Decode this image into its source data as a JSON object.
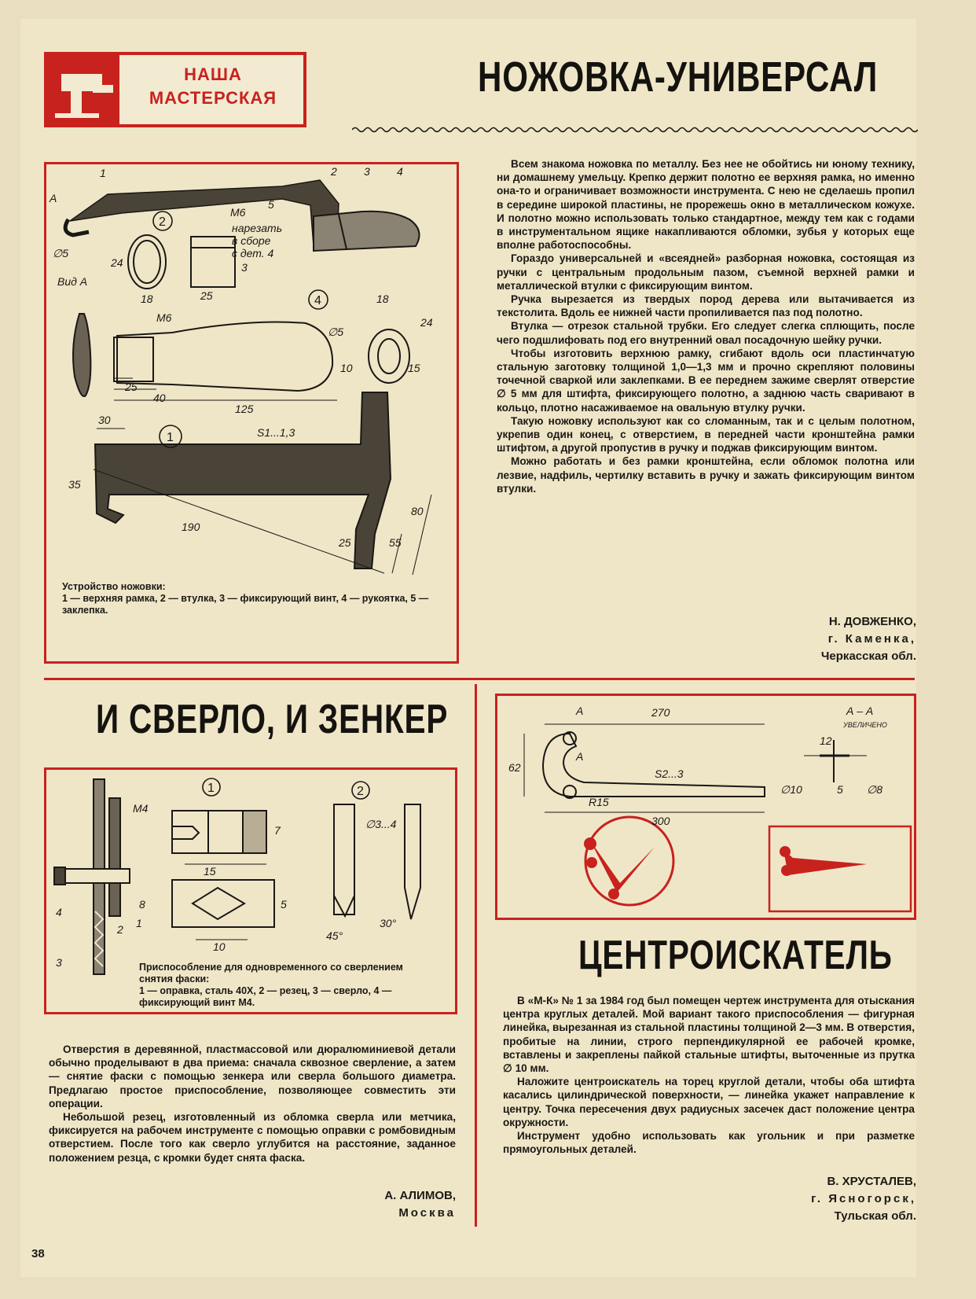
{
  "header": {
    "section_label_line1": "НАША",
    "section_label_line2": "МАСТЕРСКАЯ"
  },
  "article1": {
    "title": "НОЖОВКА-УНИВЕРСАЛ",
    "paragraphs": [
      "Всем знакома ножовка по металлу. Без нее не обойтись ни юному технику, ни домашнему умельцу. Крепко держит полотно ее верхняя рамка, но именно она-то и ограничивает возможности инструмента. С нею не сделаешь пропил в середине широкой пластины, не прорежешь окно в металлическом кожухе. И полотно можно использовать только стандартное, между тем как с годами в инструментальном ящике накапливаются обломки, зубья у которых еще вполне работоспособны.",
      "Гораздо универсальней и «всеядней» разборная ножовка, состоящая из ручки с центральным продольным пазом, съемной верхней рамки и металлической втулки с фиксирующим винтом.",
      "Ручка вырезается из твердых пород дерева или вытачивается из текстолита. Вдоль ее нижней части пропиливается паз под полотно.",
      "Втулка — отрезок стальной трубки. Его следует слегка сплющить, после чего подшлифовать под его внутренний овал посадочную шейку ручки.",
      "Чтобы изготовить верхнюю рамку, сгибают вдоль оси пластинчатую стальную заготовку толщиной 1,0—1,3 мм и прочно скрепляют половины точечной сваркой или заклепками. В ее переднем зажиме сверлят отверстие ∅ 5 мм для штифта, фиксирующего полотно, а заднюю часть сваривают в кольцо, плотно насаживаемое на овальную втулку ручки.",
      "Такую ножовку используют как со сломанным, так и с целым полотном, укрепив один конец, с отверстием, в передней части кронштейна рамки штифтом, а другой пропустив в ручку и поджав фиксирующим винтом.",
      "Можно работать и без рамки кронштейна, если обломок полотна или лезвие, надфиль, чертилку вставить в ручку и зажать фиксирующим винтом втулки."
    ],
    "author": "Н. ДОВЖЕНКО,",
    "city": "г. Каменка,",
    "region": "Черкасская обл.",
    "figure_caption_title": "Устройство ножовки:",
    "figure_caption_text": "1 — верхняя рамка, 2 — втулка, 3 — фиксирующий винт, 4 — рукоятка, 5 — заклепка.",
    "figure_labels": {
      "n1": "1",
      "n2": "2",
      "n3": "3",
      "n4": "4",
      "n5": "5",
      "arrowA": "А",
      "d5": "∅5",
      "viewA": "Вид А",
      "m6a": "М6",
      "note1": "нарезать",
      "note2": "в сборе",
      "note3": "с дет. 4",
      "d24": "24",
      "d18": "18",
      "d25": "25",
      "d3": "3",
      "m6b": "М6",
      "d40": "40",
      "d125": "125",
      "d5b": "∅5",
      "d10": "10",
      "d15": "15",
      "d24b": "24",
      "d18b": "18",
      "d30": "30",
      "s": "S1...1,3",
      "d35": "35",
      "d190": "190",
      "d25b": "25",
      "d55": "55",
      "d80": "80"
    }
  },
  "article2": {
    "title": "И СВЕРЛО, И ЗЕНКЕР",
    "paragraphs": [
      "Отверстия в деревянной, пластмассовой или дюралюминиевой детали обычно проделывают в два приема: сначала сквозное сверление, а затем — снятие фаски с помощью зенкера или сверла большого диаметра. Предлагаю простое приспособление, позволяющее совместить эти операции.",
      "Небольшой резец, изготовленный из обломка сверла или метчика, фиксируется на рабочем инструменте с помощью оправки с ромбовидным отверстием. После того как сверло углубится на расстояние, заданное положением резца, с кромки будет снята фаска."
    ],
    "author": "А. АЛИМОВ,",
    "city": "Москва",
    "figure_caption_title": "Приспособление для одновременного со сверлением снятия фаски:",
    "figure_caption_text": "1 — оправка, сталь 40Х, 2 — резец, 3 — сверло, 4 — фиксирующий винт М4.",
    "figure_labels": {
      "m4": "М4",
      "c1": "1",
      "c2": "2",
      "d7": "7",
      "d15": "15",
      "d8": "8",
      "d5": "5",
      "d10": "10",
      "d34": "∅3...4",
      "a45": "45°",
      "a30": "30°",
      "p1": "1",
      "p2": "2",
      "p3": "3",
      "p4": "4"
    }
  },
  "article3": {
    "title": "ЦЕНТРОИСКАТЕЛЬ",
    "paragraphs": [
      "В «М-К» № 1 за 1984 год был помещен чертеж инструмента для отыскания центра круглых деталей. Мой вариант такого приспособления — фигурная линейка, вырезанная из стальной пластины толщиной 2—3 мм. В отверстия, пробитые на линии, строго перпендикулярной ее рабочей кромке, вставлены и закреплены пайкой стальные штифты, выточенные из прутка ∅ 10 мм.",
      "Наложите центроискатель на торец круглой детали, чтобы оба штифта касались цилиндрической поверхности, — линейка укажет направление к центру. Точка пересечения двух радиусных засечек даст положение центра окружности.",
      "Инструмент удобно использовать как угольник и при разметке прямоугольных деталей."
    ],
    "author": "В. ХРУСТАЛЕВ,",
    "city": "г. Ясногорск,",
    "region": "Тульская обл.",
    "figure_labels": {
      "a1": "А",
      "a2": "А",
      "d270": "270",
      "s": "S2...3",
      "d62": "62",
      "r15": "R15",
      "d300": "300",
      "sec": "А – А",
      "enl": "УВЕЛИЧЕНО",
      "d12": "12",
      "d10": "∅10",
      "d5": "5",
      "d8": "∅8"
    }
  },
  "page_number": "38",
  "colors": {
    "accent": "#c8221e",
    "paper": "#efe6c8",
    "ink": "#1a1814"
  }
}
